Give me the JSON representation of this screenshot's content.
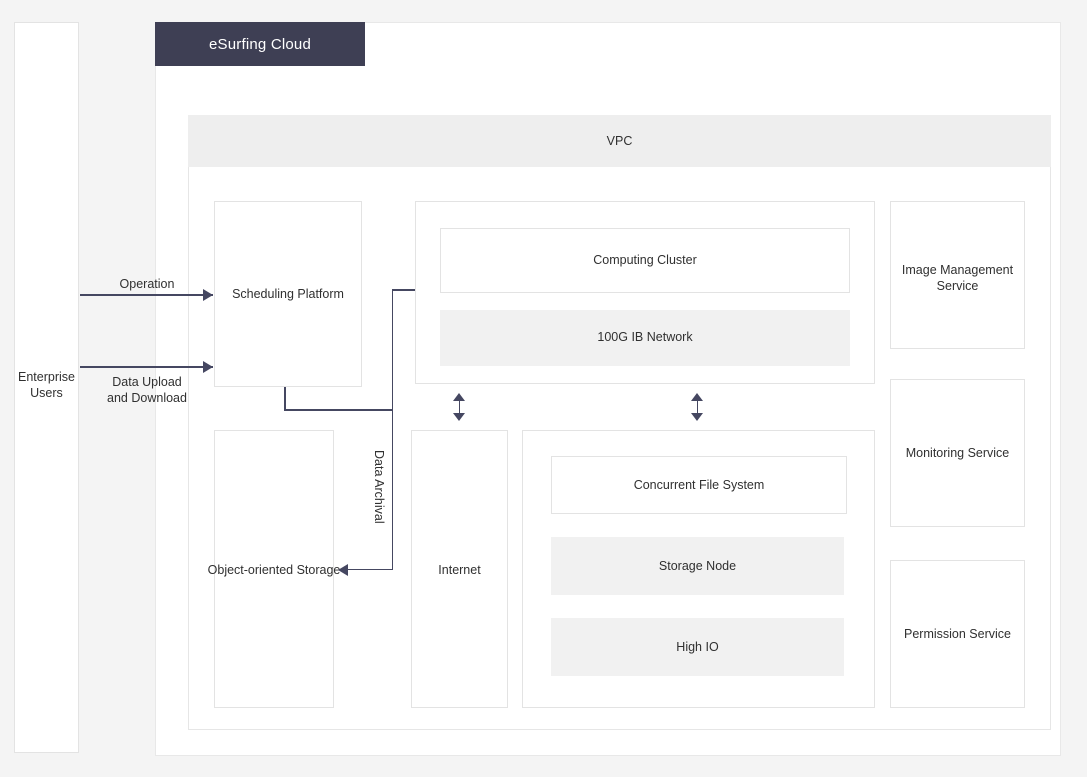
{
  "page": {
    "background_color": "#f4f4f4",
    "accent_color": "#3e3f54",
    "line_color": "#454761",
    "fill_color": "#f1f1f1"
  },
  "cloud": {
    "header_title": "eSurfing Cloud"
  },
  "vpc": {
    "title": "VPC"
  },
  "external": {
    "users_label": "Enterprise\nUsers",
    "users_label_line1": "Enterprise",
    "users_label_line2": "Users"
  },
  "flows": {
    "operation": "Operation",
    "data_upload_line1": "Data Upload",
    "data_upload_line2": "and Download",
    "data_archival": "Data Archival"
  },
  "nodes": {
    "scheduling_platform": "Scheduling Platform",
    "object_storage": "Object-oriented Storage",
    "internet": "Internet",
    "computing_cluster": "Computing Cluster",
    "ib_network": "100G IB Network",
    "concurrent_file_system": "Concurrent File System",
    "storage_node": "Storage Node",
    "high_io": "High IO"
  },
  "services": [
    {
      "label_line1": "Image Management",
      "label_line2": "Service",
      "full": "Image Management Service"
    },
    {
      "label_line1": "Monitoring Service",
      "label_line2": "",
      "full": "Monitoring Service"
    },
    {
      "label_line1": "Permission Service",
      "label_line2": "",
      "full": "Permission Service"
    }
  ]
}
